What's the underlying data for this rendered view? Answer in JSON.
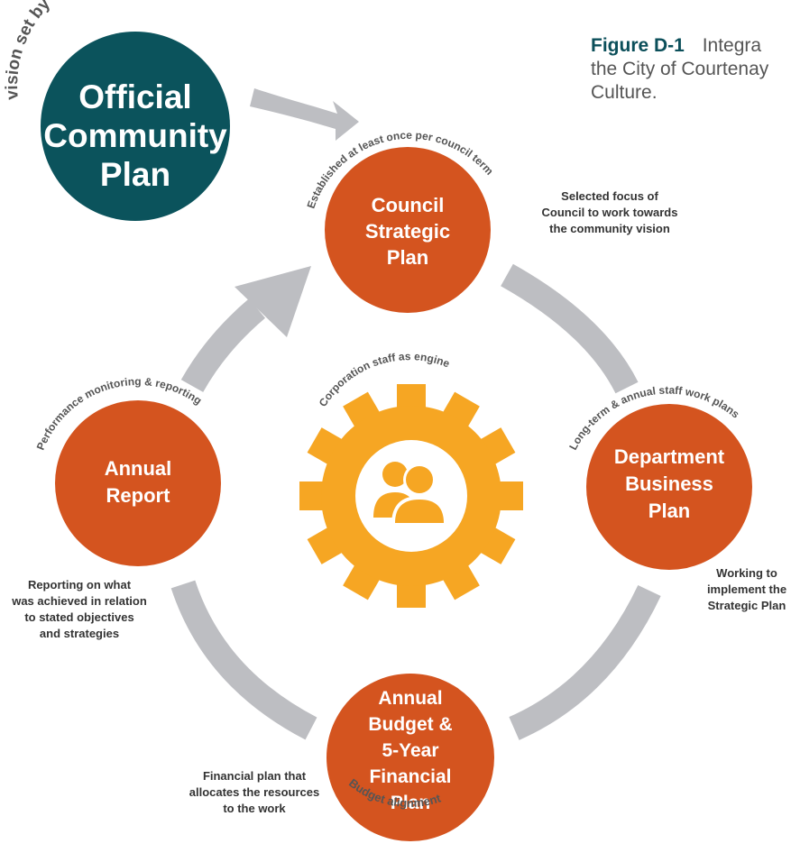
{
  "caption": {
    "figure_label": "Figure D-1",
    "lines": [
      "Integra",
      "the City of Courtenay",
      "Culture."
    ]
  },
  "official_plan": {
    "lines": [
      "Official",
      "Community",
      "Plan"
    ],
    "arc_label": "vision set by the community"
  },
  "council_plan": {
    "lines": [
      "Council",
      "Strategic",
      "Plan"
    ],
    "arc_label": "Established at least once per council term",
    "note": [
      "Selected focus of",
      "Council to work towards",
      "the community vision"
    ]
  },
  "department_plan": {
    "lines": [
      "Department",
      "Business",
      "Plan"
    ],
    "arc_label": "Long-term & annual staff work plans",
    "note": [
      "Working to",
      "implement the",
      "Strategic Plan"
    ]
  },
  "budget_plan": {
    "lines": [
      "Annual",
      "Budget &",
      "5-Year",
      "Financial",
      "Plan"
    ],
    "arc_label": "Budget alignment",
    "note": [
      "Financial plan that",
      "allocates the resources",
      "to the work"
    ]
  },
  "annual_report": {
    "lines": [
      "Annual",
      "Report"
    ],
    "arc_label": "Performance monitoring & reporting",
    "note": [
      "Reporting on what",
      "was achieved in relation",
      "to stated objectives",
      "and strategies"
    ]
  },
  "engine": {
    "arc_label": "Corporation staff as engine",
    "icon": "people-icon"
  },
  "colors": {
    "teal": "#0b535c",
    "orange": "#d4541f",
    "gear": "#f6a623",
    "arrow": "#bdbec2"
  }
}
